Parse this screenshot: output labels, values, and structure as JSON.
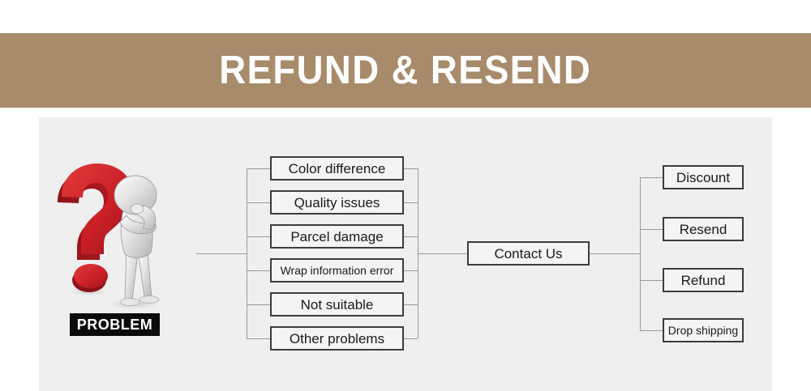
{
  "header": {
    "title": "REFUND & RESEND",
    "band_color": "#a78b6b",
    "text_color": "#ffffff"
  },
  "panel": {
    "background_color": "#efefef"
  },
  "problem": {
    "badge_label": "PROBLEM",
    "icon": "question-mark-thinking-person",
    "question_mark_color": "#cc2229",
    "person_color": "#d8d8d8"
  },
  "problems": {
    "items": [
      {
        "label": "Color difference",
        "size": "normal"
      },
      {
        "label": "Quality issues",
        "size": "normal"
      },
      {
        "label": "Parcel damage",
        "size": "normal"
      },
      {
        "label": "Wrap information error",
        "size": "small"
      },
      {
        "label": "Not suitable",
        "size": "normal"
      },
      {
        "label": "Other problems",
        "size": "normal"
      }
    ]
  },
  "contact": {
    "label": "Contact Us"
  },
  "solutions": {
    "items": [
      {
        "label": "Discount",
        "size": "normal"
      },
      {
        "label": "Resend",
        "size": "normal"
      },
      {
        "label": "Refund",
        "size": "normal"
      },
      {
        "label": "Drop shipping",
        "size": "small"
      }
    ]
  },
  "style": {
    "box_border_color": "#3c3c3c",
    "box_fill_color": "#f4f4f4",
    "connector_color": "#9a9a9a"
  }
}
